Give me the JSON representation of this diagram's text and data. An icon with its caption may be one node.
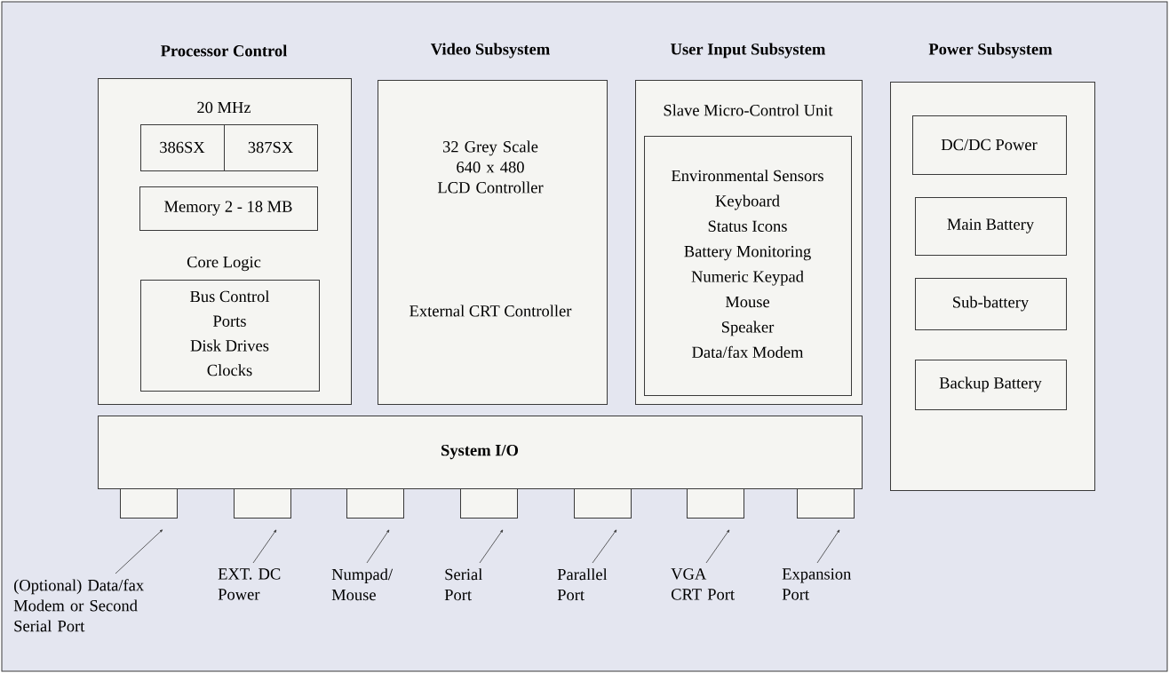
{
  "diagram": {
    "nodes": [
      {
        "text": [
          "Processor Control",
          "20 MHz",
          "Core Logic"
        ]
      },
      {
        "text": [
          "386SX"
        ],
        "in": 0
      },
      {
        "text": [
          "387SX"
        ],
        "in": 0
      },
      {
        "text": [
          "Memory 2 - 18 MB"
        ],
        "in": 0
      },
      {
        "text": [
          "Bus Control",
          "Ports",
          "Disk Drives",
          "Clocks"
        ],
        "in": 0
      },
      {
        "text": [
          "Video Subsystem",
          "32 Grey Scale 640 x 480 LCD Controller",
          "External CRT Controller"
        ]
      },
      {
        "text": [
          "User Input Subsystem",
          "Slave Micro-Control Unit"
        ]
      },
      {
        "text": [
          "Environmental Sensors",
          "Keyboard",
          "Status Icons",
          "Battery Monitoring",
          "Numeric Keypad",
          "Mouse",
          "Speaker",
          "Data/fax Modem"
        ],
        "in": 6
      },
      {
        "text": [
          "Power Subsystem"
        ]
      },
      {
        "text": [
          "DC/DC Power"
        ],
        "in": 8
      },
      {
        "text": [
          "Main Battery"
        ],
        "in": 8
      },
      {
        "text": [
          "Sub-battery"
        ],
        "in": 8
      },
      {
        "text": [
          "Backup Battery"
        ],
        "in": 8
      },
      {
        "text": [
          "System I/O"
        ]
      },
      {
        "text": [],
        "shape": "box"
      },
      {
        "text": [],
        "shape": "box"
      },
      {
        "text": [],
        "shape": "box"
      },
      {
        "text": [],
        "shape": "box"
      },
      {
        "text": [],
        "shape": "box"
      },
      {
        "text": [],
        "shape": "box"
      },
      {
        "text": [],
        "shape": "box"
      },
      {
        "text": [
          "(Optional) Data/fax Modem or Second Serial Port"
        ]
      },
      {
        "text": [
          "EXT. DC Power"
        ]
      },
      {
        "text": [
          "Numpad/ Mouse"
        ]
      },
      {
        "text": [
          "Serial Port"
        ]
      },
      {
        "text": [
          "Parallel Port"
        ]
      },
      {
        "text": [
          "VGA CRT Port"
        ]
      },
      {
        "text": [
          "Expansion Port"
        ]
      }
    ],
    "edges": [
      {
        "from": 21,
        "to": 14,
        "arrow": "to"
      },
      {
        "from": 22,
        "to": 15,
        "arrow": "to"
      },
      {
        "from": 23,
        "to": 16,
        "arrow": "to"
      },
      {
        "from": 24,
        "to": 17,
        "arrow": "to"
      },
      {
        "from": 25,
        "to": 18,
        "arrow": "to"
      },
      {
        "from": 26,
        "to": 19,
        "arrow": "to"
      },
      {
        "from": 27,
        "to": 20,
        "arrow": "to"
      }
    ]
  }
}
